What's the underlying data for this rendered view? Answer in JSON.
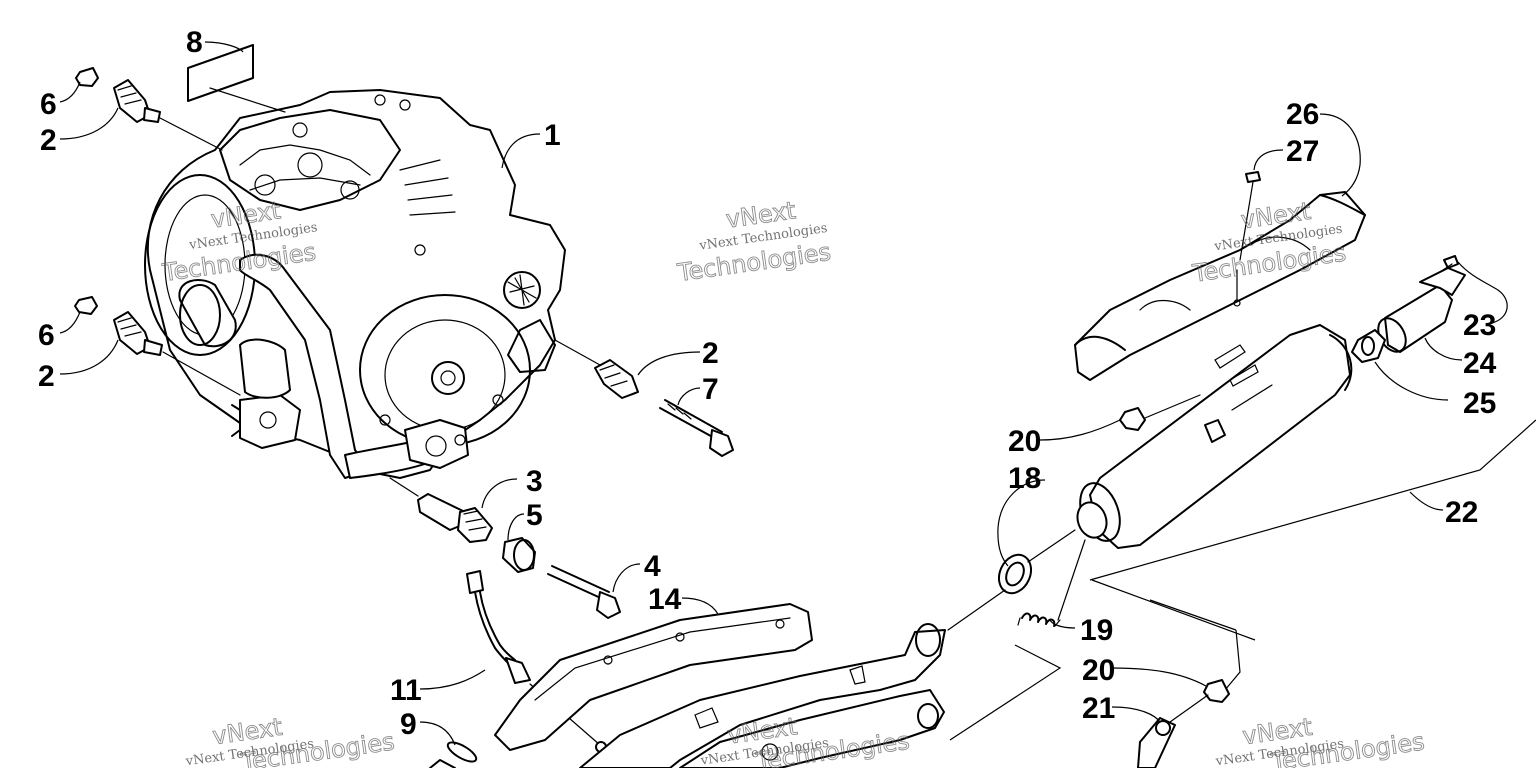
{
  "callouts": {
    "c1": "1",
    "c2a": "2",
    "c2b": "2",
    "c2c": "2",
    "c3": "3",
    "c4": "4",
    "c5": "5",
    "c6a": "6",
    "c6b": "6",
    "c7": "7",
    "c8": "8",
    "c9": "9",
    "c11": "11",
    "c14": "14",
    "c18": "18",
    "c19": "19",
    "c20a": "20",
    "c20b": "20",
    "c21": "21",
    "c22": "22",
    "c23": "23",
    "c24": "24",
    "c25": "25",
    "c26": "26",
    "c27": "27"
  },
  "watermark": {
    "line1": "vNext Technologies",
    "line2": "vNext",
    "line3": "Technologies"
  },
  "colors": {
    "ink": "#000000",
    "paper": "#ffffff",
    "watermark": "#666666"
  }
}
